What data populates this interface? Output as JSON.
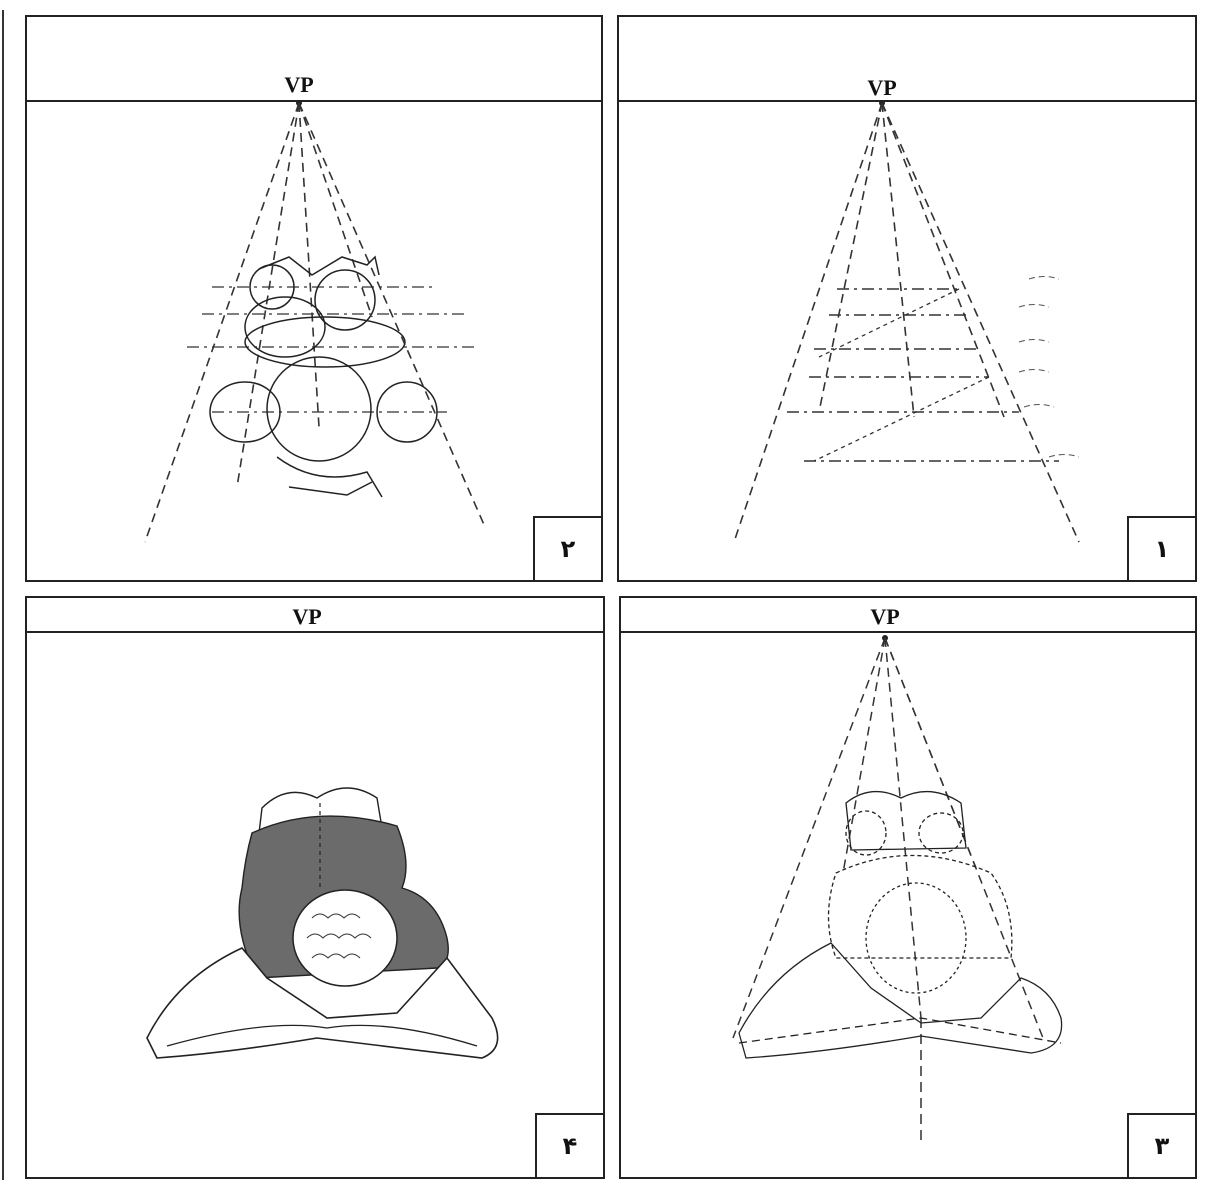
{
  "panels": [
    {
      "id": "panel-1",
      "vp_label": "VP",
      "number": "۱"
    },
    {
      "id": "panel-2",
      "vp_label": "VP",
      "number": "۲"
    },
    {
      "id": "panel-3",
      "vp_label": "VP",
      "number": "۳"
    },
    {
      "id": "panel-4",
      "vp_label": "VP",
      "number": "۴"
    }
  ],
  "colors": {
    "line": "#222222",
    "shade": "#6b6b6b"
  }
}
